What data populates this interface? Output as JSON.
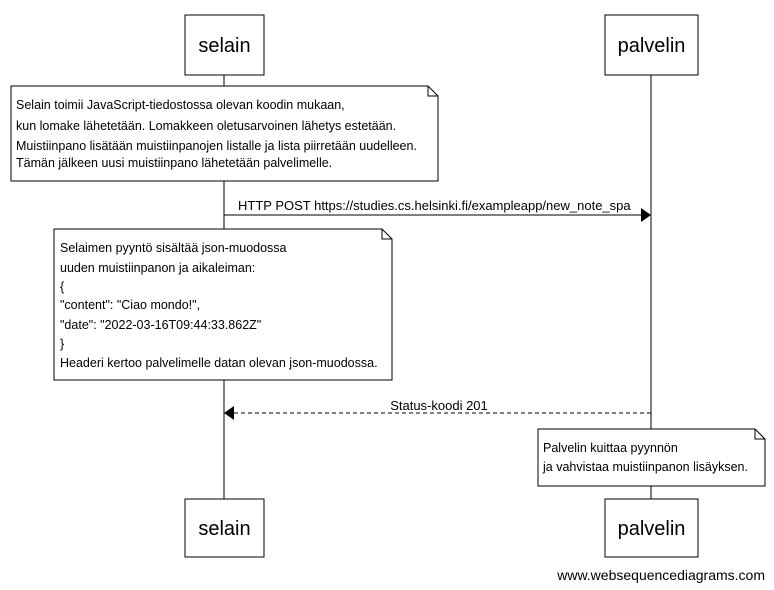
{
  "actors": {
    "left": {
      "label": "selain"
    },
    "right": {
      "label": "palvelin"
    }
  },
  "notes": [
    {
      "lines": [
        "Selain toimii JavaScript-tiedostossa olevan koodin mukaan,",
        "kun lomake lähetetään. Lomakkeen oletusarvoinen lähetys estetään.",
        "Muistiinpano lisätään muistiinpanojen listalle ja lista piirretään uudelleen.",
        "Tämän jälkeen uusi muistiinpano lähetetään palvelimelle."
      ]
    },
    {
      "lines": [
        "Selaimen pyyntö sisältää json-muodossa",
        "uuden muistiinpanon ja aikaleiman:",
        "{",
        "\"content\": \"Ciao mondo!\",",
        "\"date\": \"2022-03-16T09:44:33.862Z\"",
        "}",
        "Headeri kertoo palvelimelle datan olevan json-muodossa."
      ]
    },
    {
      "lines": [
        "Palvelin kuittaa pyynnön",
        "ja vahvistaa muistiinpanon lisäyksen."
      ]
    }
  ],
  "messages": [
    {
      "label": "HTTP POST https://studies.cs.helsinki.fi/exampleapp/new_note_spa",
      "style": "solid"
    },
    {
      "label": "Status-koodi 201",
      "style": "dashed"
    }
  ],
  "footer": {
    "text": "www.websequencediagrams.com"
  }
}
